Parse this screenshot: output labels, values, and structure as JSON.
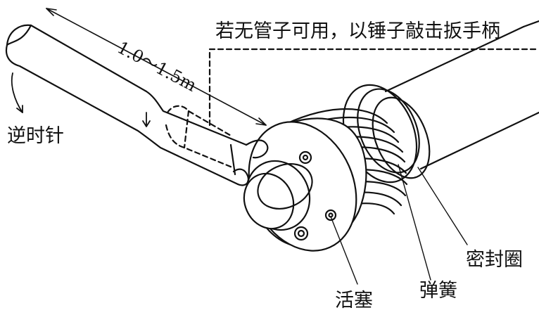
{
  "labels": {
    "instruction": "若无管子可用，以锤子敲击扳手柄",
    "dimension": "1.0～1.5m",
    "rotation": "逆时针",
    "piston": "活塞",
    "spring": "弹簧",
    "seal": "密封圈"
  }
}
